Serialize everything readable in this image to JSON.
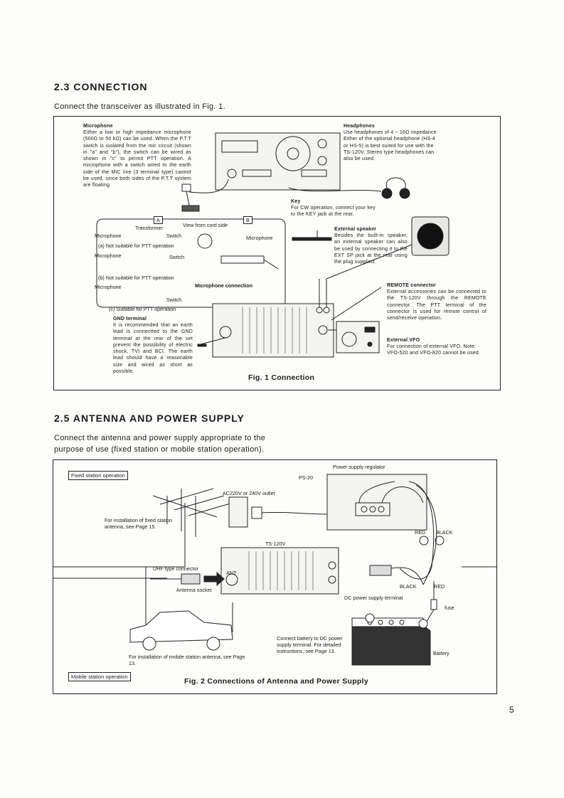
{
  "section1": {
    "heading": "2.3 CONNECTION",
    "intro": "Connect the transceiver as illustrated in Fig. 1."
  },
  "fig1": {
    "microphone_title": "Microphone",
    "microphone_text": "Either a low or high impedance microphone (500Ω to 50 kΩ) can be used. When the P.T.T switch is isolated from the mic circuit (shown in \"a\" and \"b\"), the switch can be wired as shown in \"c\" to permit PTT operation. A microphone with a switch wired to the earth side of the MIC line (3 terminal type) cannot be used, since both sides of the P.T.T system are floating.",
    "headphones_title": "Headphones",
    "headphones_text": "Use headphones of 4 ~ 16Ω impedance. Either of the optional headphone (HS-4 or HS-5) is best suited for use with the TS-120V. Stereo type headphones can also be used.",
    "key_title": "Key",
    "key_text": "For CW operation, connect your key to the KEY jack at the rear.",
    "speaker_title": "External speaker",
    "speaker_text": "Besides the built-in speaker, an external speaker can also be used by connecting it to the EXT SP jack at the rear using the plug supplied.",
    "remote_title": "REMOTE connector",
    "remote_text": "External accessories can be connected to the TS-120V through the REMOTE connector. The PTT terminal of the connector is used for remote control of send/receive operation.",
    "vfo_title": "External VFO",
    "vfo_text": "For connection of external VFO. Note: VFO-520 and VFO-820 cannot be used.",
    "gnd_title": "GND terminal",
    "gnd_text": "It is recommended that an earth lead is connectted to the GND terminal at the rear of the set prevent the possibility of electric shock, TVI and BCI. The earth lead should have a reasonable size and wired as short as possible.",
    "inset_A": "A",
    "inset_B": "B",
    "transformer": "Transformer",
    "view_from_cord": "View from cord side",
    "microphone": "Microphone",
    "switch": "Switch",
    "a_note": "(a) Not suitable for PTT operation",
    "b_note": "(b) Not suitable for PTT operation",
    "c_note": "(c) Suitable for PTT operation",
    "mic_connection": "Microphone connection",
    "caption": "Fig. 1 Connection"
  },
  "section2": {
    "heading": "2.5 ANTENNA AND POWER SUPPLY",
    "intro_line1": "Connect the antenna and power supply appropriate to the",
    "intro_line2": "purpose of use (fixed station or mobile station operation)."
  },
  "fig2": {
    "fixed_tag": "Fixed station operation",
    "mobile_tag": "Mobile station operation",
    "power_supply_regulator": "Power supply regulator",
    "ps20": "PS-20",
    "ac_outlet": "AC220V or 240V outlet",
    "fixed_antenna_note": "For installation of fixed station antenna, see Page 15.",
    "ts120v": "TS-120V",
    "ant": "ANT",
    "uhf_connector": "UHF type connector",
    "antenna_socket": "Antenna socket",
    "red": "RED",
    "black": "BLACK",
    "dc_terminal": "DC power supply terminal",
    "fuse": "fuse",
    "battery": "Battery",
    "battery_note": "Connect battery to DC power supply terminal. For detailed instructions, see Page 13.",
    "mobile_antenna_note": "For installation of mobile station antenna, see Page 13.",
    "caption": "Fig. 2 Connections of Antenna and Power Supply"
  },
  "page_number": "5"
}
